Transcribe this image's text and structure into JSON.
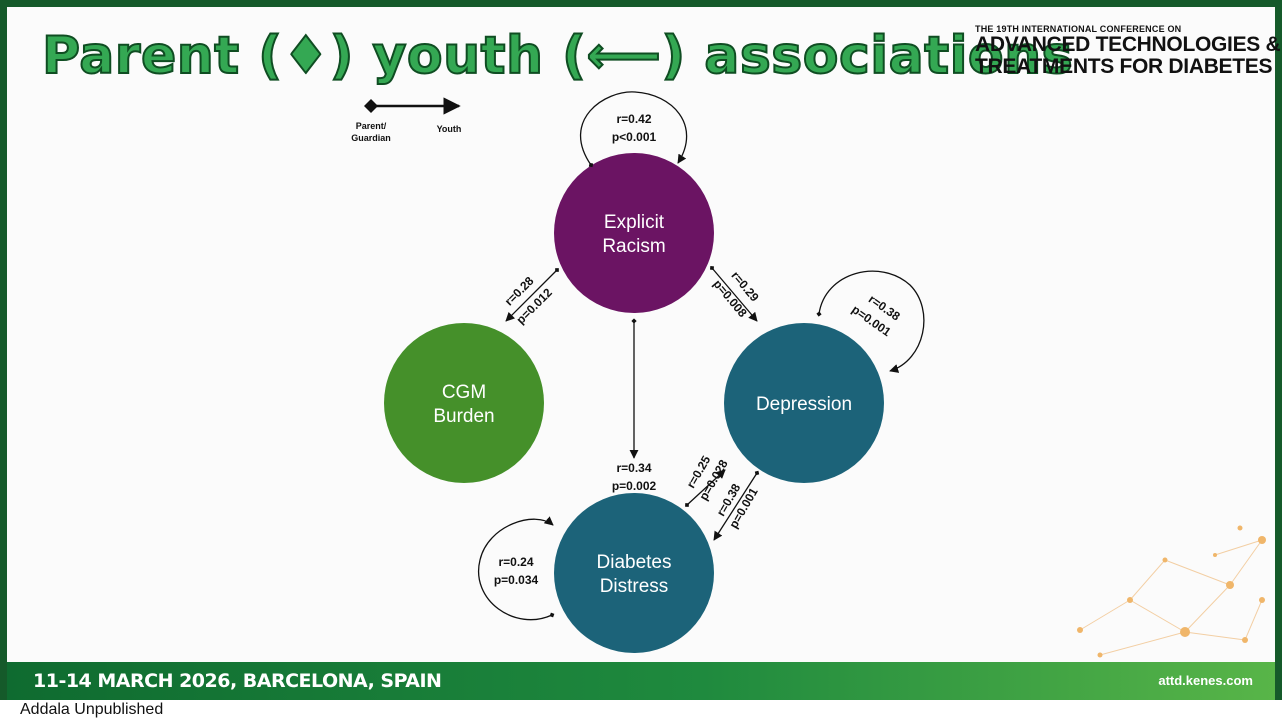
{
  "slide": {
    "title": "Parent (♦) youth (⟵) associations",
    "conference": {
      "line1": "THE 19TH INTERNATIONAL CONFERENCE ON",
      "line2": "ADVANCED TECHNOLOGIES &",
      "line3": "TREATMENTS FOR DIABETES"
    },
    "footer_date": "11-14 MARCH 2026, BARCELONA, SPAIN",
    "footer_url": "attd.kenes.com",
    "caption": "Addala Unpublished"
  },
  "legend": {
    "parent_label_1": "Parent/",
    "parent_label_2": "Guardian",
    "youth_label": "Youth"
  },
  "nodes": {
    "racism": {
      "line1": "Explicit",
      "line2": "Racism",
      "color": "#6b1463"
    },
    "cgm": {
      "line1": "CGM",
      "line2": "Burden",
      "color": "#45902a"
    },
    "depression": {
      "line1": "Depression",
      "color": "#1c6379"
    },
    "distress": {
      "line1": "Diabetes",
      "line2": "Distress",
      "color": "#1c6379"
    }
  },
  "edges": {
    "racism_self": {
      "r": "r=0.42",
      "p": "p<0.001"
    },
    "racism_cgm": {
      "r": "r=0.28",
      "p": "p=0.012"
    },
    "racism_depression": {
      "r": "r=0.29",
      "p": "p=0.008"
    },
    "depression_self": {
      "r": "r=0.38",
      "p": "p=0.001"
    },
    "racism_distress": {
      "r": "r=0.34",
      "p": "p=0.002"
    },
    "distress_depression": {
      "r": "r=0.25",
      "p": "p=0.028"
    },
    "depression_distress": {
      "r": "r=0.38",
      "p": "p=0.001"
    },
    "distress_self": {
      "r": "r=0.24",
      "p": "p=0.034"
    }
  }
}
